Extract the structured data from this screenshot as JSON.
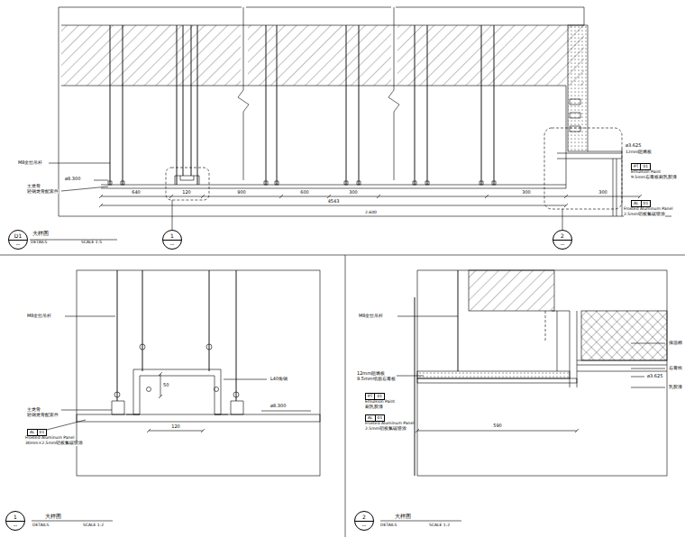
{
  "diagram": {
    "nodes": [
      {
        "text": [
          "D1",
          "--"
        ]
      },
      {
        "text": [
          "1",
          "--"
        ]
      },
      {
        "text": [
          "2",
          "--"
        ]
      },
      {
        "text": [
          "PT",
          "01"
        ]
      },
      {
        "text": [
          "AL",
          "01"
        ]
      },
      {
        "text": [
          "AL",
          "01"
        ]
      },
      {
        "text": [
          "PT",
          "01"
        ]
      },
      {
        "text": [
          "AL",
          "01"
        ]
      },
      {
        "text": [
          "1",
          "--"
        ]
      },
      {
        "text": [
          "2",
          "--"
        ]
      }
    ],
    "labels": [
      "大样图",
      "DETAILS",
      "SCALE 1:5",
      "M8全丝吊杆",
      "ø8.300",
      "主龙骨",
      "轻钢龙骨配套件",
      "640",
      "120",
      "900",
      "600",
      "300",
      "300",
      "300",
      "4543",
      "2.600",
      "ø3.625",
      "12mm阻燃板",
      "Emulsion Paint",
      "9.5mm石膏板刷乳胶漆",
      "Frosted Aluminum Panel",
      "2.5mm铝板氟碳喷涂",
      "M8全丝吊杆",
      "主龙骨",
      "轻钢龙骨配套件",
      "L40角钢",
      "50",
      "120",
      "ø8.300",
      "Frosted Aluminum Panel",
      "30mm×2.5mm铝板氟碳喷涂",
      "大样图",
      "DETAILS",
      "SCALE 1:2",
      "M8全丝吊杆",
      "12mm阻燃板",
      "9.5mm纸面石膏板",
      "Emulsion Paint",
      "刷乳胶漆",
      "Frosted Aluminum Panel",
      "2.5mm铝板氟碳喷涂",
      "590",
      "保温棉",
      "石膏线",
      "ø3.625",
      "乳胶漆",
      "大样图",
      "DETAILS",
      "SCALE 1:2"
    ]
  }
}
